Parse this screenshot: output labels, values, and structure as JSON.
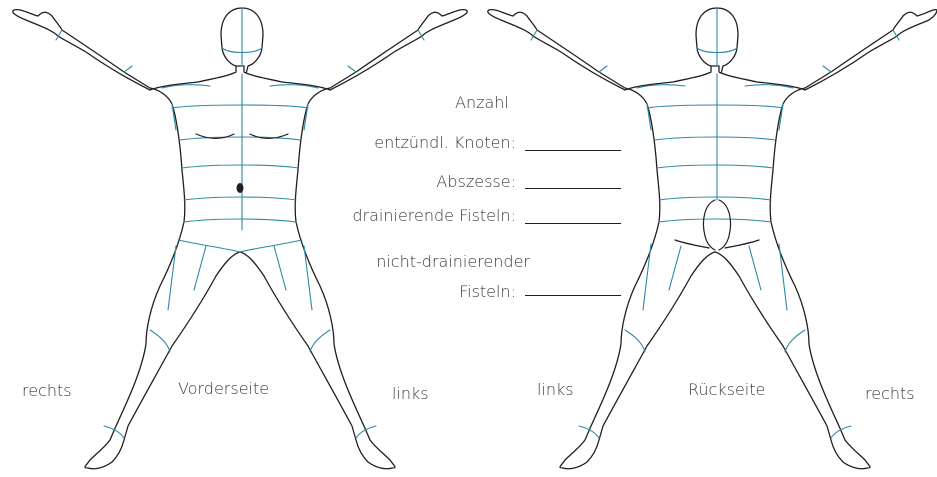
{
  "front_view": {
    "side_label_left": "rechts",
    "view_label": "Vorderseite",
    "side_label_right": "links"
  },
  "back_view": {
    "side_label_left": "links",
    "view_label": "Rückseite",
    "side_label_right": "rechts"
  },
  "counts_form": {
    "heading": "Anzahl",
    "fields": [
      {
        "label": "entzündl. Knoten:",
        "value": ""
      },
      {
        "label": "Abszesse:",
        "value": ""
      },
      {
        "label": "drainierende Fisteln:",
        "value": ""
      },
      {
        "label_line1": "nicht-drainierender",
        "label_line2": "Fisteln:",
        "value": ""
      }
    ]
  },
  "colors": {
    "outline": "#1f1f1f",
    "region_lines": "#2b8aa8",
    "text": "#3a3a3a"
  }
}
